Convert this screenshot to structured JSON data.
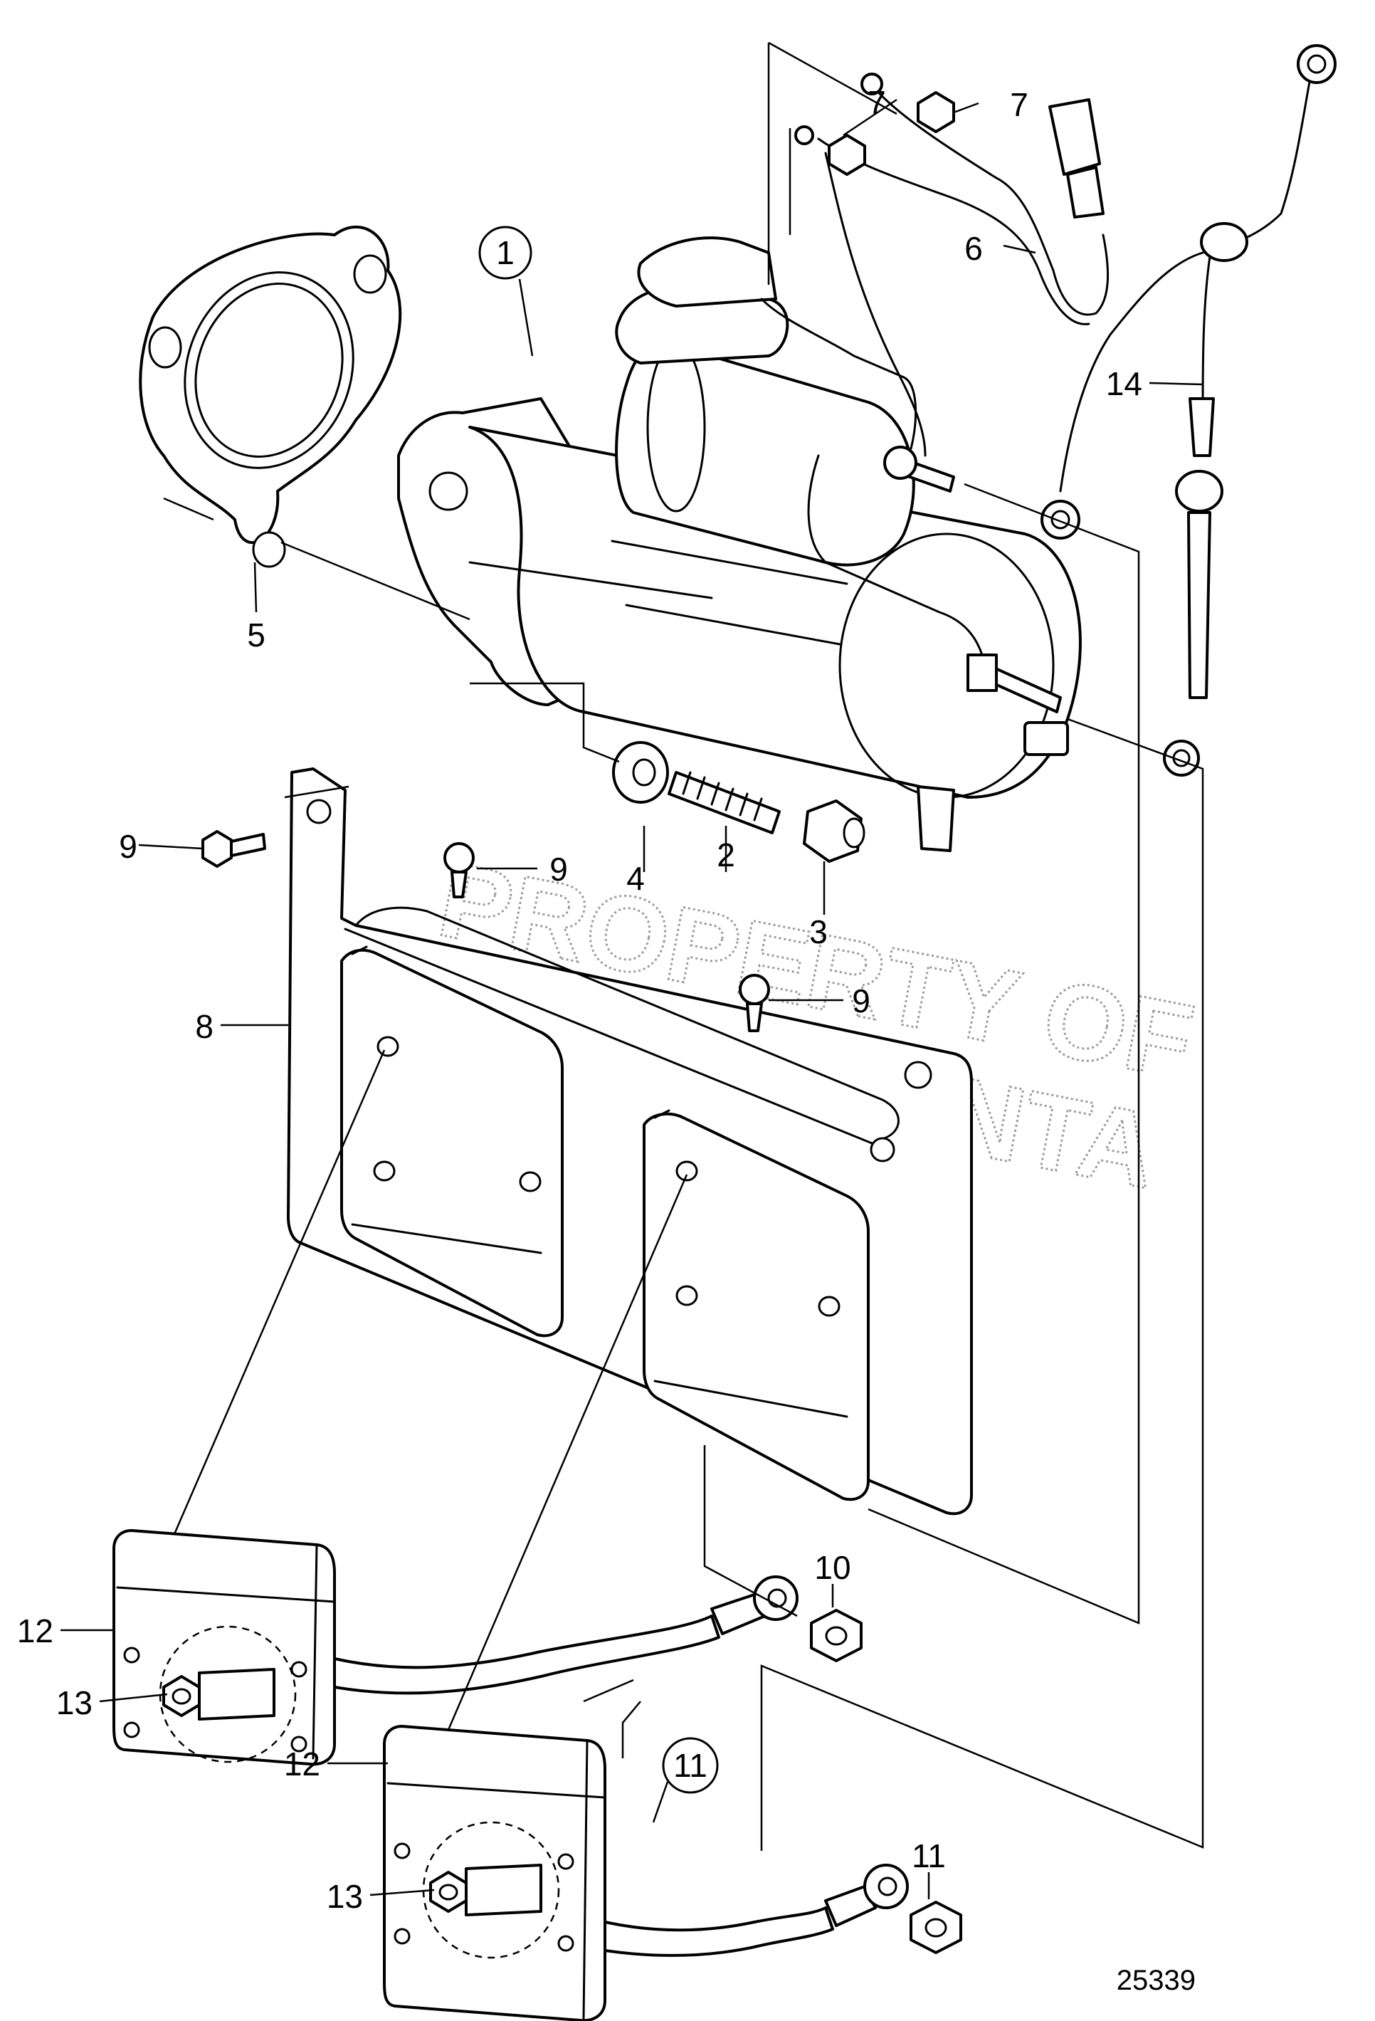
{
  "diagram": {
    "drawing_number": "25339",
    "watermark": [
      "PROPERTY OF",
      "VOLVO PENTA"
    ],
    "callouts": [
      {
        "id": "c1",
        "text": "1",
        "circled": true
      },
      {
        "id": "c2",
        "text": "2",
        "circled": false
      },
      {
        "id": "c3",
        "text": "3",
        "circled": false
      },
      {
        "id": "c4",
        "text": "4",
        "circled": false
      },
      {
        "id": "c5",
        "text": "5",
        "circled": false
      },
      {
        "id": "c6",
        "text": "6",
        "circled": false
      },
      {
        "id": "c7a",
        "text": "7",
        "circled": false
      },
      {
        "id": "c7b",
        "text": "7",
        "circled": false
      },
      {
        "id": "c8",
        "text": "8",
        "circled": false
      },
      {
        "id": "c9a",
        "text": "9",
        "circled": false
      },
      {
        "id": "c9b",
        "text": "9",
        "circled": false
      },
      {
        "id": "c9c",
        "text": "9",
        "circled": false
      },
      {
        "id": "c10",
        "text": "10",
        "circled": true
      },
      {
        "id": "c11a",
        "text": "11",
        "circled": false
      },
      {
        "id": "c11b",
        "text": "11",
        "circled": false
      },
      {
        "id": "c12a",
        "text": "12",
        "circled": false
      },
      {
        "id": "c12b",
        "text": "12",
        "circled": false
      },
      {
        "id": "c13a",
        "text": "13",
        "circled": false
      },
      {
        "id": "c13b",
        "text": "13",
        "circled": false
      },
      {
        "id": "c14",
        "text": "14",
        "circled": false
      }
    ]
  }
}
